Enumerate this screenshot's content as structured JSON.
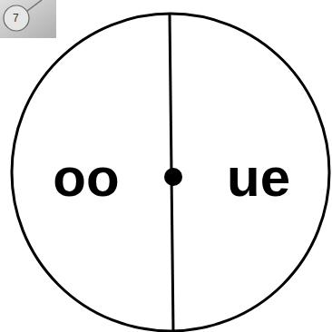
{
  "diagram": {
    "nodes": [
      {
        "text": [
          "oo"
        ]
      },
      {
        "text": [
          "ue"
        ]
      }
    ],
    "labels": [
      "7"
    ]
  }
}
